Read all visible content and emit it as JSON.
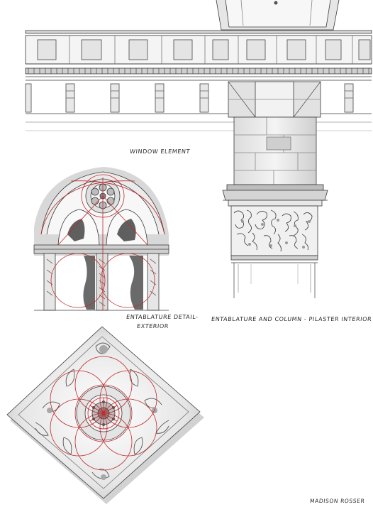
{
  "sheet": {
    "labels": {
      "window_element": "WINDOW ELEMENT",
      "entablature_detail_line1": "ENTABLATURE DETAIL-",
      "entablature_detail_line2": "EXTERIOR",
      "entablature_column": "ENTABLATURE AND COLUMN - PILASTER INTERIOR",
      "author": "MADISON ROSSER"
    },
    "colors": {
      "ink": "#3a3a3a",
      "wash": "#c9c9c9",
      "deep_shadow": "#6e6e6e",
      "paper": "#ffffff",
      "construction_lines": "#c0282c"
    },
    "drawings": [
      {
        "name": "entablature-frieze",
        "type": "ink-and-wash elevation"
      },
      {
        "name": "gothic-window",
        "type": "ink-and-wash elevation with red geometric construction"
      },
      {
        "name": "pilaster-capital",
        "type": "ink-and-wash elevation"
      },
      {
        "name": "rosette-panel",
        "type": "ink-and-wash relief with red geometric construction"
      }
    ]
  }
}
